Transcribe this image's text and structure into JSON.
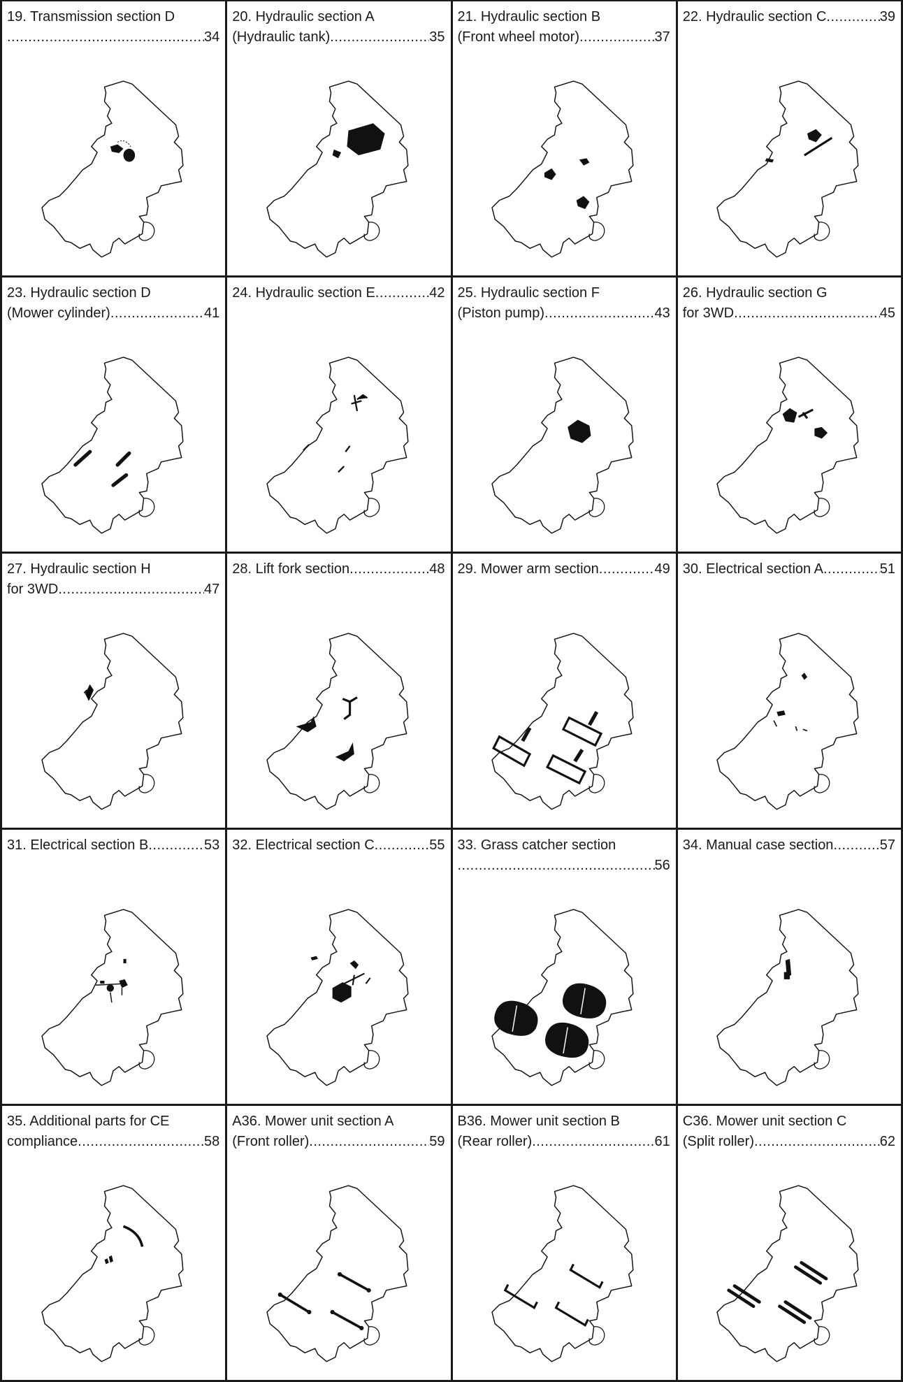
{
  "index_items": [
    {
      "title": "19. Transmission section D",
      "line2": "",
      "page": "34",
      "parts": "transmission-d"
    },
    {
      "title": "20. Hydraulic section A",
      "line2": "(Hydraulic tank)",
      "page": "35",
      "parts": "hydraulic-a"
    },
    {
      "title": "21. Hydraulic section B",
      "line2": "(Front wheel motor)",
      "page": "37",
      "parts": "hydraulic-b"
    },
    {
      "title": "22. Hydraulic section C",
      "line2": "",
      "page": "39",
      "parts": "hydraulic-c"
    },
    {
      "title": "23. Hydraulic section D",
      "line2": "(Mower cylinder)",
      "page": "41",
      "parts": "hydraulic-d"
    },
    {
      "title": "24. Hydraulic section E",
      "line2": "",
      "page": "42",
      "parts": "hydraulic-e"
    },
    {
      "title": "25. Hydraulic section F",
      "line2": "(Piston pump)",
      "page": "43",
      "parts": "hydraulic-f"
    },
    {
      "title": "26. Hydraulic section G",
      "line2": "for 3WD",
      "page": "45",
      "parts": "hydraulic-g"
    },
    {
      "title": "27. Hydraulic section H",
      "line2": "for 3WD",
      "page": "47",
      "parts": "hydraulic-h"
    },
    {
      "title": "28. Lift fork section",
      "line2": "",
      "page": "48",
      "parts": "lift-fork"
    },
    {
      "title": "29. Mower arm section",
      "line2": "",
      "page": "49",
      "parts": "mower-arm"
    },
    {
      "title": "30. Electrical section A",
      "line2": "",
      "page": "51",
      "parts": "electrical-a"
    },
    {
      "title": "31. Electrical section B",
      "line2": "",
      "page": "53",
      "parts": "electrical-b"
    },
    {
      "title": "32. Electrical section C",
      "line2": "",
      "page": "55",
      "parts": "electrical-c"
    },
    {
      "title": "33. Grass catcher section",
      "line2": "",
      "page": "56",
      "parts": "grass-catcher"
    },
    {
      "title": "34. Manual case section",
      "line2": "",
      "page": "57",
      "parts": "manual-case"
    },
    {
      "title": "35. Additional parts for CE",
      "line2": "compliance",
      "page": "58",
      "parts": "ce-parts"
    },
    {
      "title": "A36. Mower unit section A",
      "line2": "(Front roller)",
      "page": "59",
      "parts": "front-roller"
    },
    {
      "title": "B36. Mower unit section B",
      "line2": "(Rear roller)",
      "page": "61",
      "parts": "rear-roller"
    },
    {
      "title": "C36. Mower unit section C",
      "line2": "(Split roller)",
      "page": "62",
      "parts": "split-roller"
    }
  ]
}
